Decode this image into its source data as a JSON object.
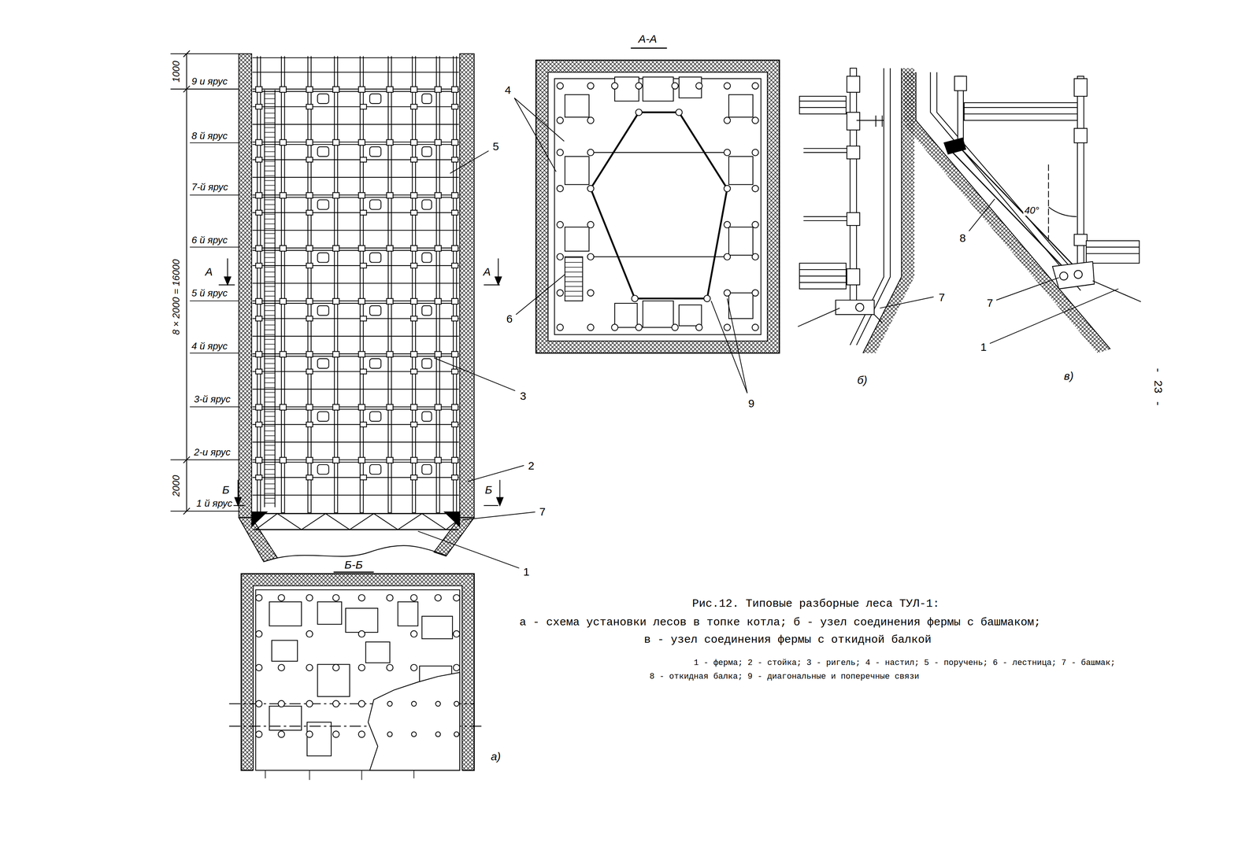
{
  "diagram": {
    "caption": "Рис.12. Типовые разборные леса ТУЛ-1:",
    "labels": [
      "А-А",
      "9 и ярус",
      "1000",
      "8 й ярус",
      "5",
      "7-й ярус",
      "6 й ярус",
      "8 × 2000 = 16000",
      "А",
      "А",
      "5 й ярус",
      "4 й ярус",
      "3",
      "3-й ярус",
      "2-и ярус",
      "2",
      "2000",
      "Б",
      "Б",
      "1 й ярус",
      "7",
      "1",
      "4",
      "6",
      "9",
      "7",
      "б)",
      "40°",
      "8",
      "7",
      "1",
      "в)",
      "- 23 -",
      "Б-Б",
      "а)",
      "а - схема установки лесов в топке котла; б - узел соединения фермы с башмаком;",
      "в - узел соединения фермы с откидной балкой",
      "1 - ферма; 2 - стойка; 3 - ригель; 4 - настил; 5 - поручень; 6 - лестница; 7 - башмак;",
      "8 - откидная балка; 9 - диагональные и поперечные связи"
    ]
  }
}
